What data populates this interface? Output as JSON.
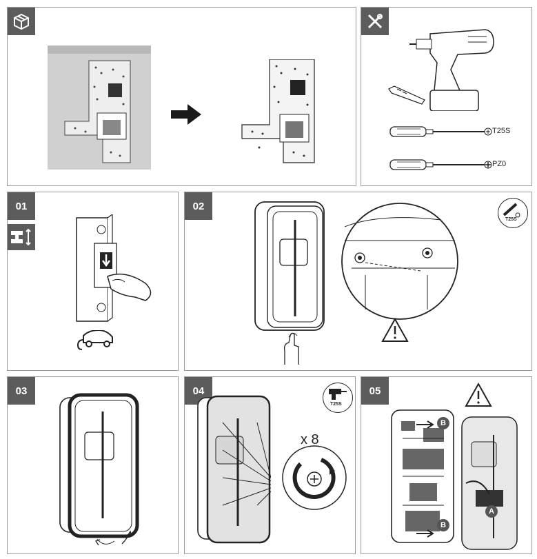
{
  "steps": [
    "01",
    "02",
    "03",
    "04",
    "05"
  ],
  "tools": {
    "screwdriver_torx_label": "T25S",
    "screwdriver_pz_label": "PZ0"
  },
  "step02": {
    "tool_label": "T25S"
  },
  "step04": {
    "tool_label": "T25S",
    "count_label": "x 8"
  },
  "step05": {
    "callout_a": "A",
    "callout_b": "B"
  },
  "icons": {
    "package": "package-icon",
    "tools": "tools-icon",
    "power_switch": "power-switch-icon",
    "warning": "warning-icon",
    "screwdriver": "screwdriver-icon",
    "drill": "drill-icon",
    "car": "electric-car-icon"
  },
  "colors": {
    "badge": "#5c5c5c",
    "line": "#222222",
    "pcb": "#e8e8e8"
  }
}
